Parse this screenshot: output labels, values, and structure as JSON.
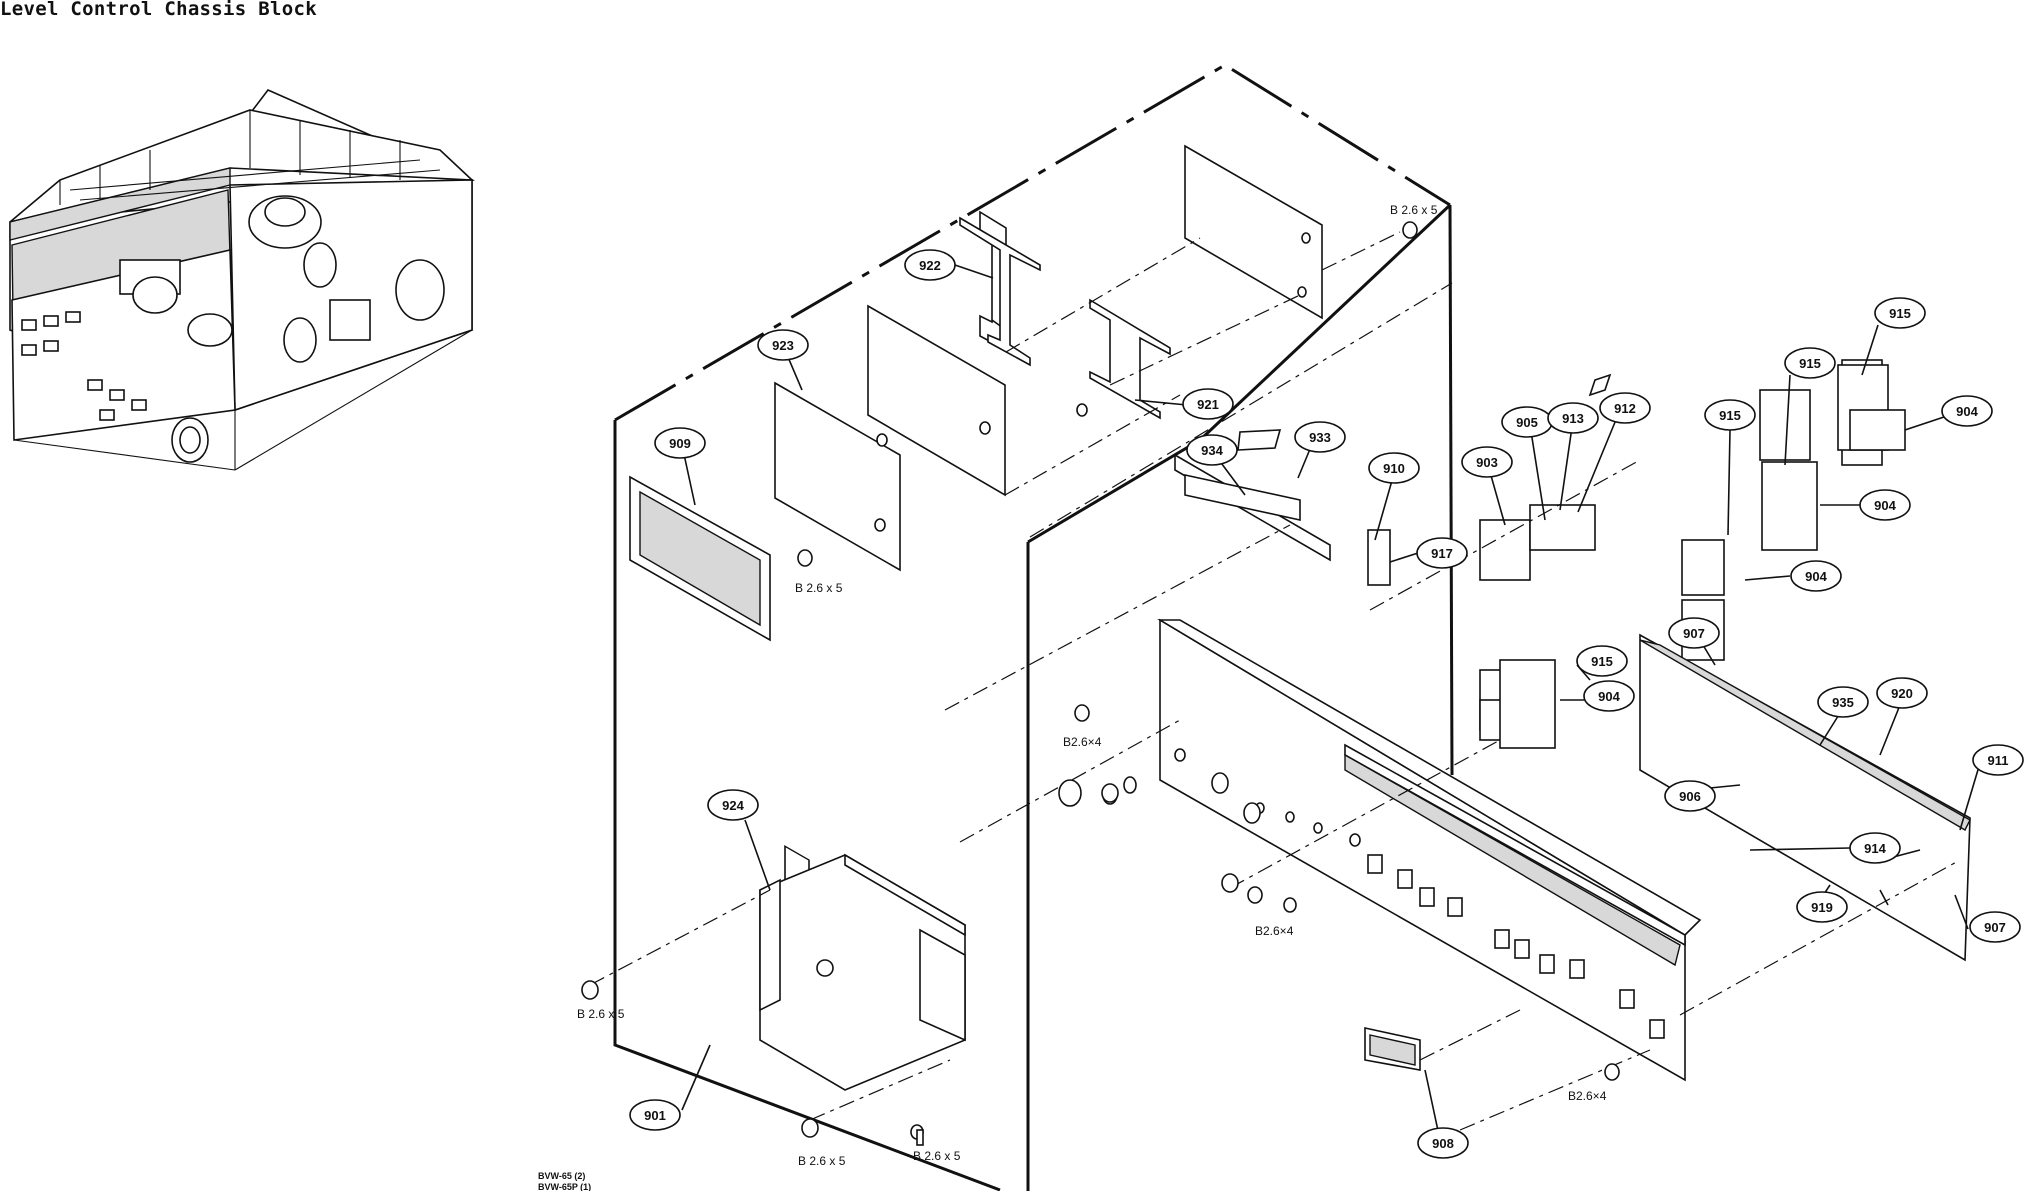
{
  "title": "Level Control Chassis Block",
  "model_labels": [
    "BVW-65 (2)",
    "BVW-65P (1)"
  ],
  "part_callouts": [
    {
      "label": "922"
    },
    {
      "label": "923"
    },
    {
      "label": "921"
    },
    {
      "label": "909"
    },
    {
      "label": "934"
    },
    {
      "label": "933"
    },
    {
      "label": "910"
    },
    {
      "label": "917"
    },
    {
      "label": "903"
    },
    {
      "label": "905"
    },
    {
      "label": "913"
    },
    {
      "label": "912"
    },
    {
      "label": "915"
    },
    {
      "label": "915"
    },
    {
      "label": "915"
    },
    {
      "label": "915"
    },
    {
      "label": "904"
    },
    {
      "label": "904"
    },
    {
      "label": "904"
    },
    {
      "label": "904"
    },
    {
      "label": "907"
    },
    {
      "label": "907"
    },
    {
      "label": "906"
    },
    {
      "label": "935"
    },
    {
      "label": "920"
    },
    {
      "label": "911"
    },
    {
      "label": "914"
    },
    {
      "label": "919"
    },
    {
      "label": "924"
    },
    {
      "label": "901"
    },
    {
      "label": "908"
    }
  ],
  "screw_labels": [
    {
      "label": "B 2.6 x 5"
    },
    {
      "label": "B 2.6 x 5"
    },
    {
      "label": "B2.6×4"
    },
    {
      "label": "B2.6×4"
    },
    {
      "label": "B 2.6 x 5"
    },
    {
      "label": "B 2.6 x 5"
    },
    {
      "label": "B 2.6 x 5"
    },
    {
      "label": "B2.6×4"
    }
  ]
}
